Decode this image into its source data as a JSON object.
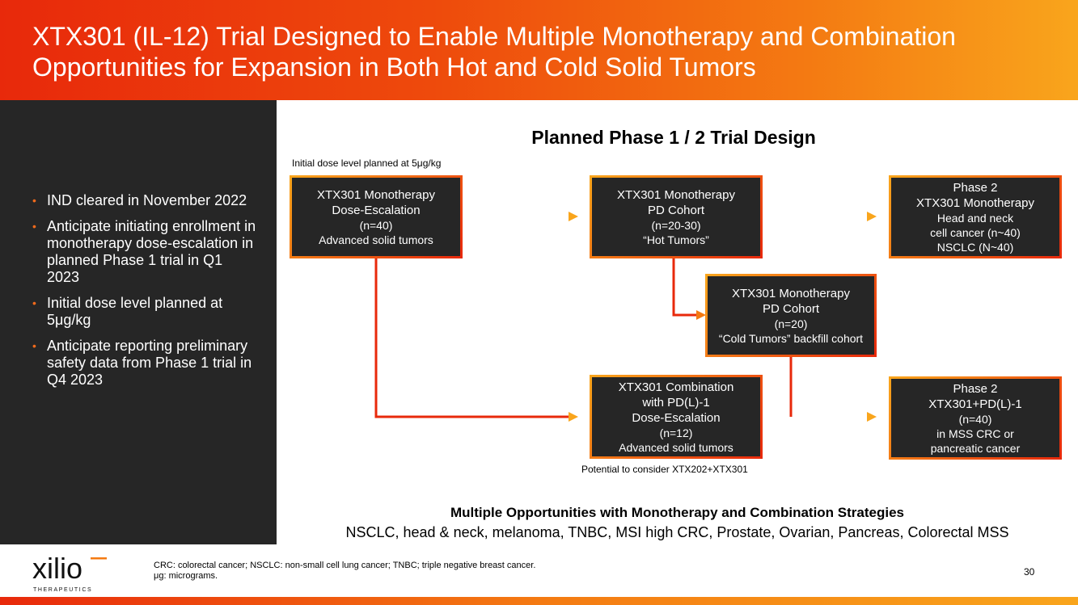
{
  "header": {
    "title": "XTX301 (IL-12) Trial Designed to Enable Multiple Monotherapy and Combination Opportunities for Expansion in Both Hot and Cold Solid Tumors"
  },
  "sidebar": {
    "bullets": [
      "IND cleared in November 2022",
      "Anticipate initiating enrollment in monotherapy dose-escalation in planned Phase 1 trial in Q1 2023",
      "Initial dose level planned at 5μg/kg",
      "Anticipate reporting preliminary safety data from Phase 1 trial in Q4 2023"
    ]
  },
  "diagram": {
    "title": "Planned Phase 1 / 2 Trial Design",
    "top_note": "Initial dose level planned at 5μg/kg",
    "bottom_note": "Potential to consider XTX202+XTX301",
    "boxes": {
      "dose_escalation": [
        "XTX301 Monotherapy",
        "Dose-Escalation",
        "(n=40)",
        "Advanced solid tumors"
      ],
      "pd_hot": [
        "XTX301 Monotherapy",
        "PD Cohort",
        "(n=20-30)",
        "“Hot Tumors”"
      ],
      "phase2_mono": [
        "Phase 2",
        "XTX301 Monotherapy",
        "Head and neck",
        "cell cancer  (n~40)",
        "NSCLC (N~40)"
      ],
      "pd_cold": [
        "XTX301 Monotherapy",
        "PD Cohort",
        "(n=20)",
        "“Cold Tumors” backfill cohort"
      ],
      "combo": [
        "XTX301 Combination",
        "with PD(L)-1",
        "Dose-Escalation",
        "(n=12)",
        "Advanced solid tumors"
      ],
      "phase2_combo": [
        "Phase 2",
        "XTX301+PD(L)-1",
        "(n=40)",
        "in MSS CRC or",
        "pancreatic cancer"
      ]
    }
  },
  "opportunities": {
    "title": "Multiple Opportunities with Monotherapy and Combination Strategies",
    "list": "NSCLC, head & neck, melanoma, TNBC, MSI high CRC, Prostate, Ovarian, Pancreas, Colorectal MSS"
  },
  "footer": {
    "logo_text": "xilio",
    "logo_subtext": "THERAPEUTICS",
    "footnote_1": "CRC: colorectal cancer; NSCLC: non-small cell lung cancer; TNBC; triple negative breast cancer.",
    "footnote_2": "μg: micrograms.",
    "page_number": "30"
  },
  "colors": {
    "accent_red": "#e8290b",
    "accent_orange": "#f9a51c",
    "panel_dark": "#262626"
  }
}
